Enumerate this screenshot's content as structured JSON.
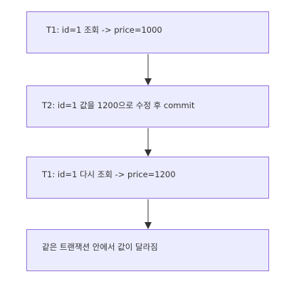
{
  "nodes": [
    {
      "label": "T1: id=1 조회 -> price=1000"
    },
    {
      "label": "T2: id=1 값을 1200으로 수정 후 commit"
    },
    {
      "label": "T1: id=1 다시 조회 -> price=1200"
    },
    {
      "label": "같은 트랜잭션 안에서 값이 달라짐"
    }
  ],
  "colors": {
    "node_fill": "#ECECFF",
    "node_stroke": "#9370DB",
    "edge": "#333333",
    "text": "#333333"
  }
}
